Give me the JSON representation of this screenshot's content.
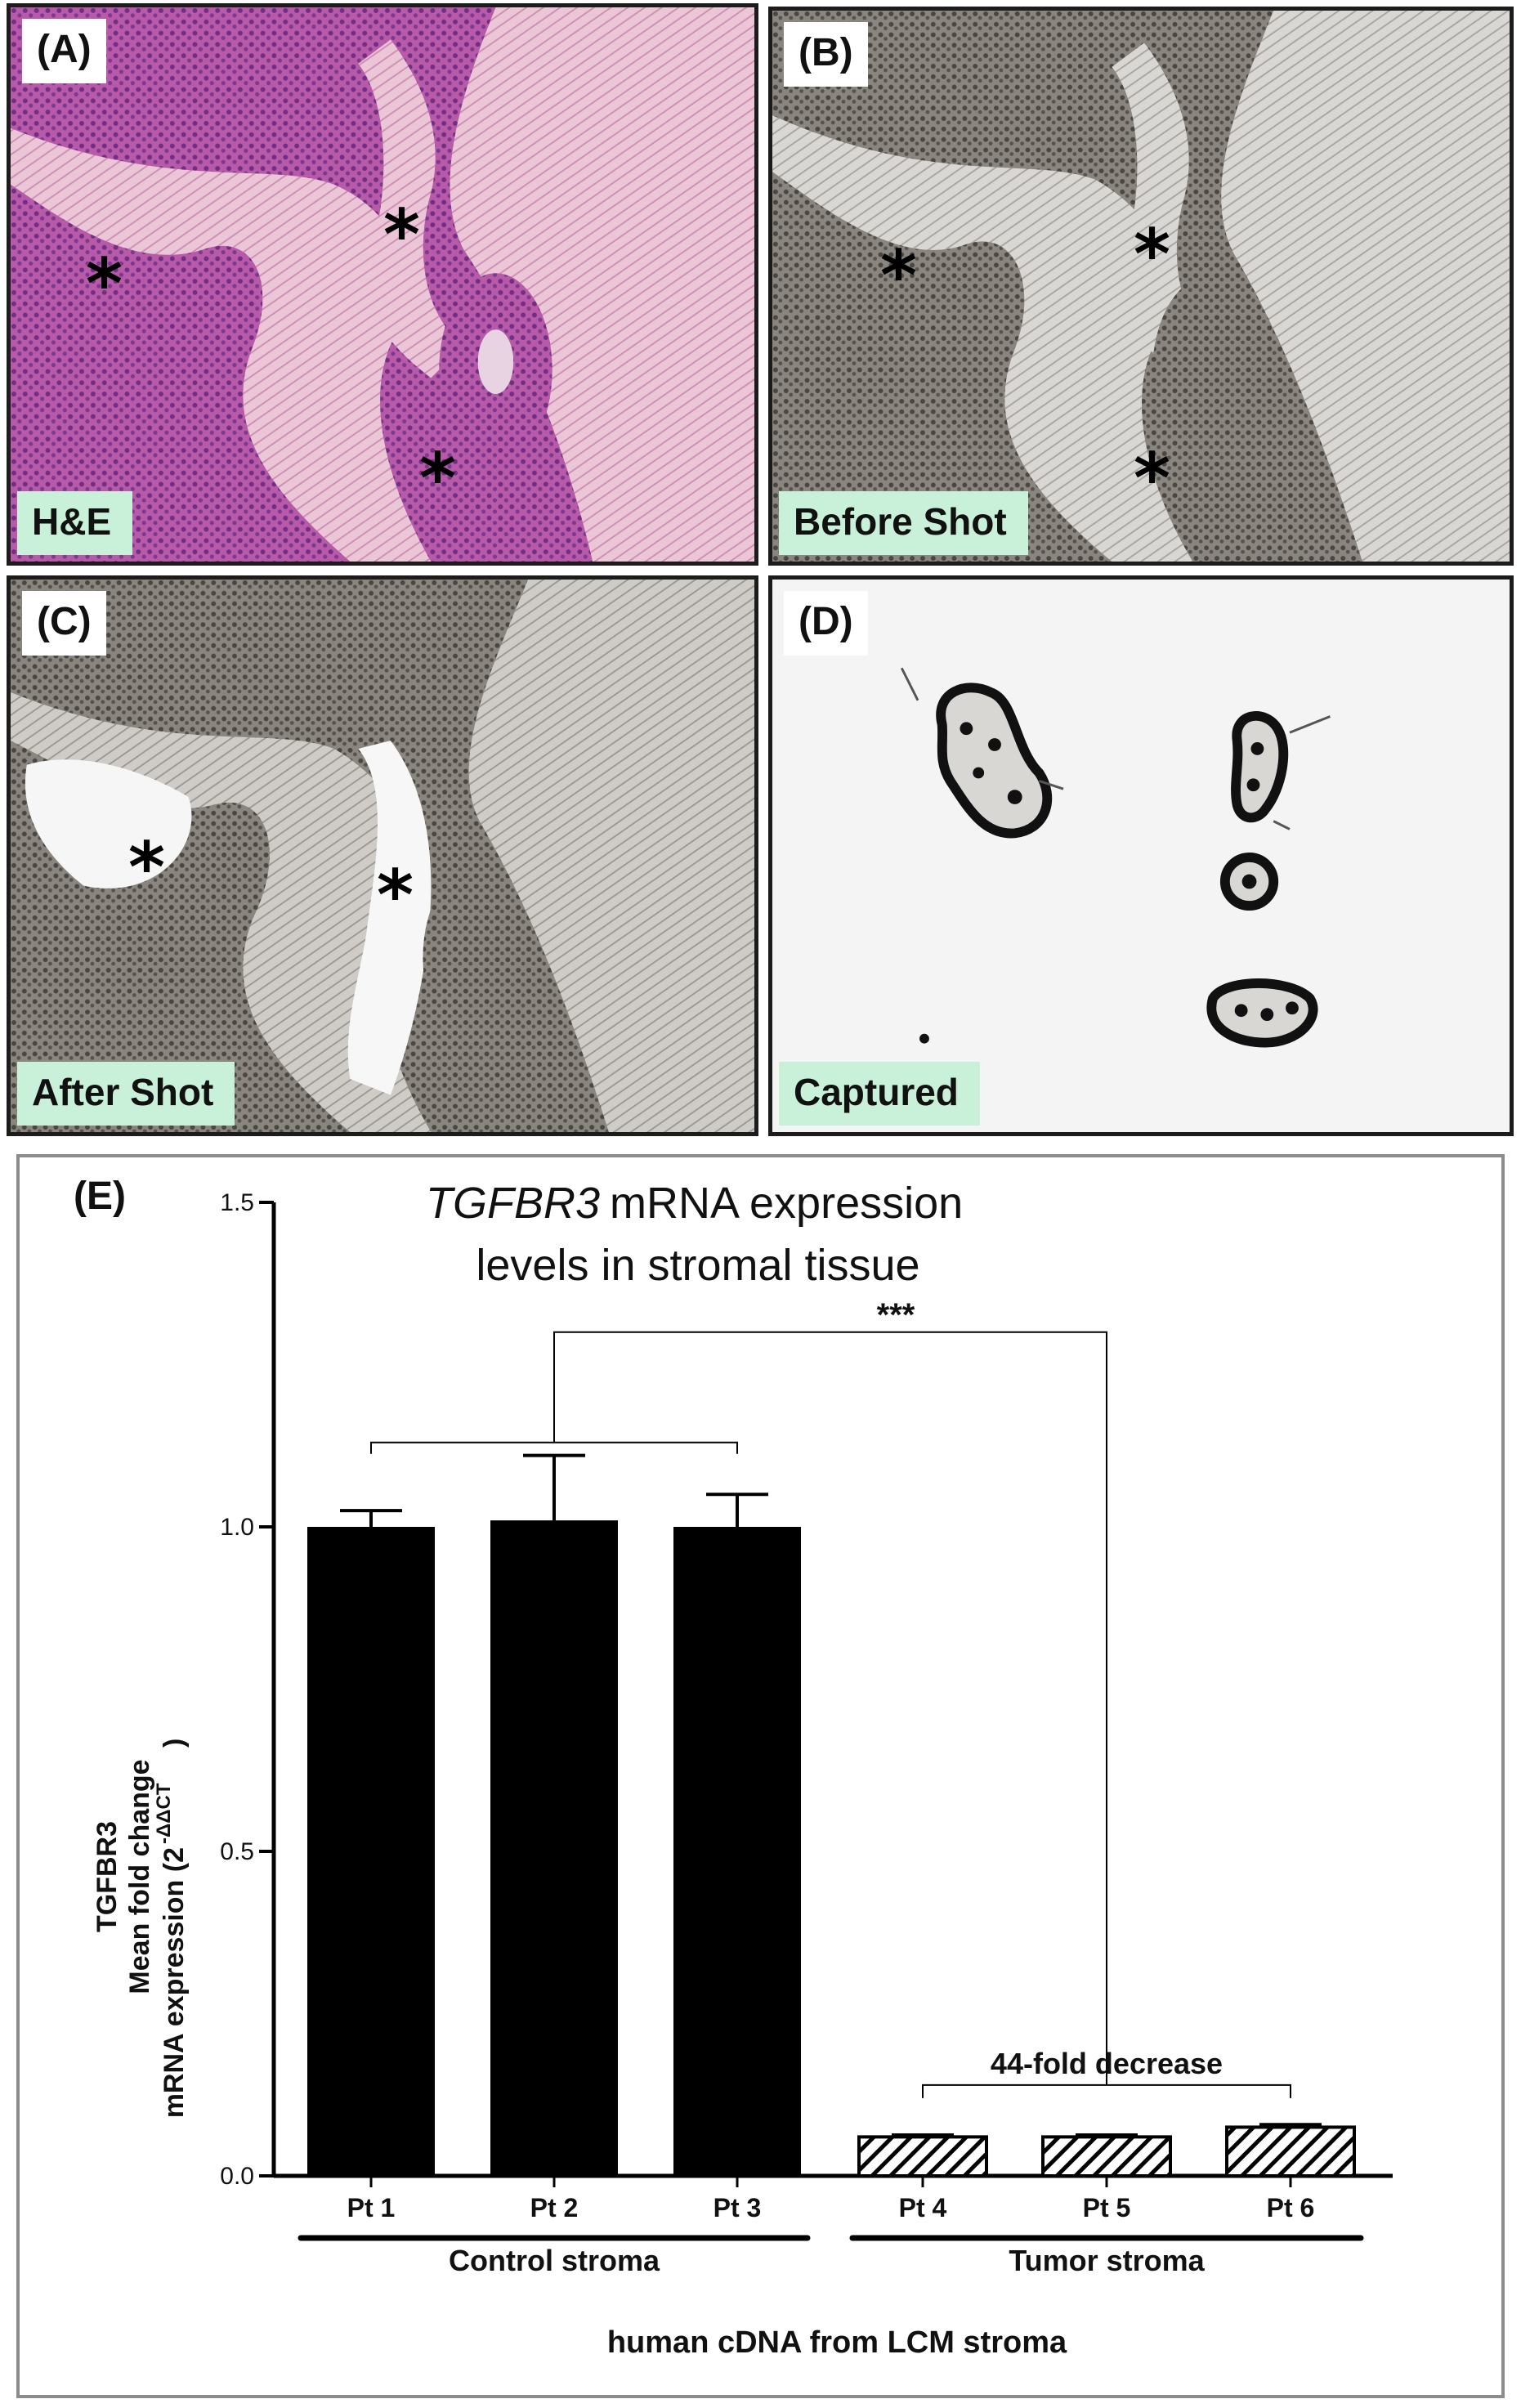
{
  "panels": {
    "A": {
      "label": "(A)",
      "tag": "H&E"
    },
    "B": {
      "label": "(B)",
      "tag": "Before Shot"
    },
    "C": {
      "label": "(C)",
      "tag": "After Shot"
    },
    "D": {
      "label": "(D)",
      "tag": "Captured"
    },
    "E": {
      "label": "(E)"
    }
  },
  "asterisk": "*",
  "chart_data": {
    "type": "bar",
    "title": [
      "TGFBR3",
      "mRNA expression",
      "levels in  stromal tissue"
    ],
    "ylabel": [
      "TGFBR3",
      "Mean fold change",
      "mRNA expression (2",
      "-ΔΔCT",
      ")"
    ],
    "xlabel": "human cDNA from LCM stroma",
    "ylim": [
      0,
      1.5
    ],
    "yticks": [
      "0.0",
      "0.5",
      "1.0",
      "1.5"
    ],
    "categories": [
      "Pt 1",
      "Pt 2",
      "Pt 3",
      "Pt 4",
      "Pt 5",
      "Pt 6"
    ],
    "values": [
      1.0,
      1.01,
      1.0,
      0.06,
      0.06,
      0.075
    ],
    "errors": [
      0.025,
      0.1,
      0.05,
      0.003,
      0.003,
      0.004
    ],
    "groups": [
      {
        "name": "Control stroma",
        "indices": [
          0,
          1,
          2
        ],
        "fill": "#000000"
      },
      {
        "name": "Tumor stroma",
        "indices": [
          3,
          4,
          5
        ],
        "fill": "hatch"
      }
    ],
    "annotations": {
      "significance": "***",
      "fold_change": "44-fold decrease"
    }
  }
}
